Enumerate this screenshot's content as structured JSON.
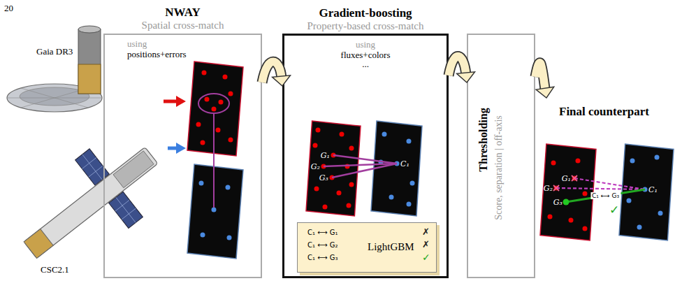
{
  "diagram": {
    "nodes": [
      {
        "text": [
          "NWAY",
          "Spatial cross-match",
          "using",
          "positions+errors"
        ]
      },
      {
        "text": [
          "Gradient-boosting",
          "Property-based cross-match",
          "using",
          "fluxes+colors",
          "..."
        ]
      },
      {
        "text": [
          "G₁",
          "G₂",
          "G₃"
        ],
        "in": 1
      },
      {
        "text": [
          "C₁"
        ],
        "in": 1
      },
      {
        "text": [
          "C₁ ⟷ G₁",
          "C₁ ⟷ G₂",
          "C₁ ⟷ G₃",
          "LightGBM"
        ],
        "in": 1
      },
      {
        "text": [
          "Thresholding",
          "Score, separation | off-axis"
        ]
      },
      {
        "text": [
          "Final counterpart"
        ]
      },
      {
        "text": [
          "G₂",
          "G₁",
          "G₃"
        ],
        "in": 6
      },
      {
        "text": [
          "C₁"
        ],
        "in": 6
      }
    ],
    "edges": [
      {
        "from": 0,
        "to": 1,
        "arrow": "to"
      },
      {
        "from": 1,
        "to": 5,
        "arrow": "to"
      },
      {
        "from": 5,
        "to": 6,
        "arrow": "to"
      }
    ],
    "labels": [
      "20",
      "Gaia DR3",
      "CSC2.1",
      "✗",
      "✗",
      "✓",
      "C₁ ⟷ G₃",
      "✓"
    ]
  }
}
